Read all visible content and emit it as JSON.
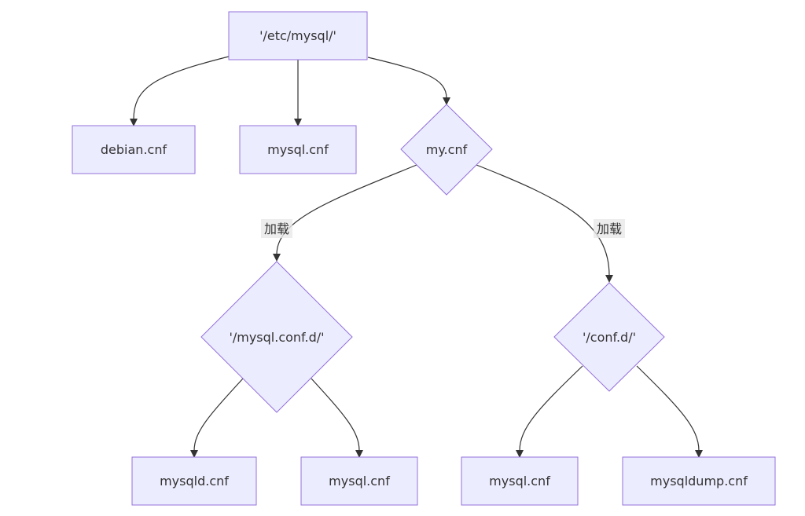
{
  "diagram": {
    "type": "flowchart",
    "nodes": {
      "root": "'/etc/mysql/'",
      "debian": "debian.cnf",
      "mysql_top": "mysql.cnf",
      "mycnf": "my.cnf",
      "mysql_conf_d": "'/mysql.conf.d/'",
      "conf_d": "'/conf.d/'",
      "mysqld": "mysqld.cnf",
      "mysql_left": "mysql.cnf",
      "mysql_right": "mysql.cnf",
      "mysqldump": "mysqldump.cnf"
    },
    "edge_labels": {
      "load_left": "加载",
      "load_right": "加载"
    }
  },
  "colors": {
    "node_fill": "#ECECFF",
    "node_stroke": "#9370DB",
    "edge": "#333333",
    "edge_label_bg": "#e8e8e8"
  }
}
